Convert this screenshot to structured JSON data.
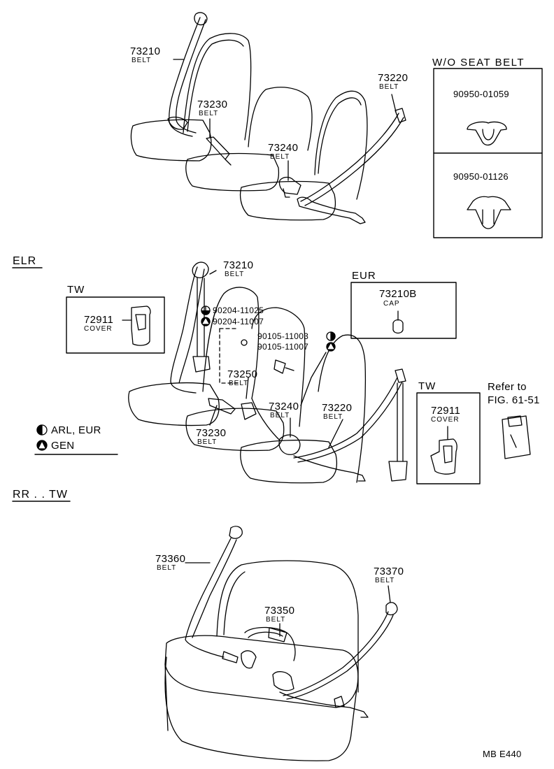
{
  "sections": {
    "elr": "ELR",
    "rr_tw": "RR . . TW"
  },
  "top": {
    "part_73210": "73210",
    "belt_73210": "BELT",
    "part_73230": "73230",
    "belt_73230": "BELT",
    "part_73240": "73240",
    "belt_73240": "BELT",
    "part_73220": "73220",
    "belt_73220": "BELT",
    "wo_box": {
      "title": "W/O SEAT BELT",
      "part1": "90950-01059",
      "part2": "90950-01126"
    }
  },
  "elr": {
    "part_73210": "73210",
    "belt_73210": "BELT",
    "bolt1": "90204-11025",
    "bolt2": "90204-11007",
    "bolt3": "90105-11003",
    "bolt4": "90105-11007",
    "part_73250": "73250",
    "belt_73250": "BELT",
    "part_73240": "73240",
    "belt_73240": "BELT",
    "part_73220": "73220",
    "belt_73220": "BELT",
    "part_73230": "73230",
    "belt_73230": "BELT",
    "tw_left": {
      "title": "TW",
      "part": "72911",
      "name": "COVER"
    },
    "eur_box": {
      "title": "EUR",
      "part": "73210B",
      "name": "CAP"
    },
    "tw_right": {
      "title": "TW",
      "part": "72911",
      "name": "COVER"
    },
    "refer": {
      "line1": "Refer to",
      "line2": "FIG. 61-51"
    },
    "legend": {
      "half": "ARL, EUR",
      "tri": "GEN"
    }
  },
  "rr": {
    "part_73360": "73360",
    "belt_73360": "BELT",
    "part_73370": "73370",
    "belt_73370": "BELT",
    "part_73350": "73350",
    "belt_73350": "BELT"
  },
  "footer": {
    "code": "MB  E440"
  }
}
